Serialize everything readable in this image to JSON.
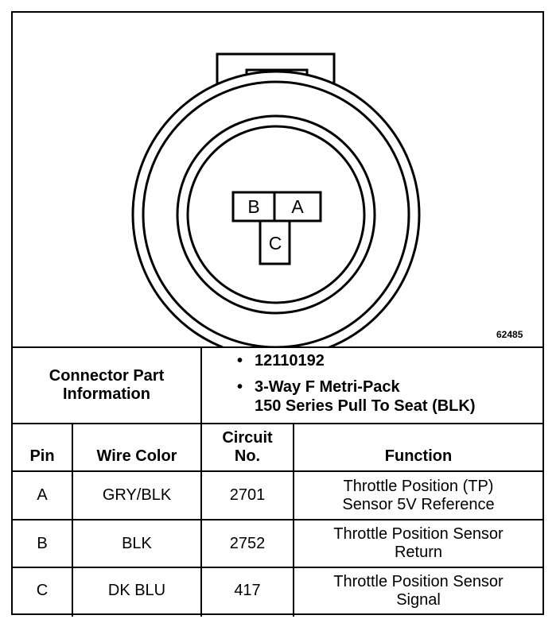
{
  "diagram": {
    "figure_id": "62485",
    "cavity_labels": [
      "B",
      "A",
      "C"
    ]
  },
  "connector_info": {
    "label": "Connector Part Information",
    "bullets": [
      "12110192",
      "3-Way F Metri-Pack 150 Series Pull To Seat (BLK)"
    ],
    "bullet_line_2a": "3-Way F Metri-Pack",
    "bullet_line_2b": "150 Series Pull To Seat (BLK)"
  },
  "table": {
    "headers": {
      "pin": "Pin",
      "wire_color": "Wire Color",
      "circuit_line1": "Circuit",
      "circuit_line2": "No.",
      "function": "Function"
    },
    "rows": [
      {
        "pin": "A",
        "wire_color": "GRY/BLK",
        "circuit": "2701",
        "function_l1": "Throttle Position (TP)",
        "function_l2": "Sensor 5V Reference"
      },
      {
        "pin": "B",
        "wire_color": "BLK",
        "circuit": "2752",
        "function_l1": "Throttle Position Sensor",
        "function_l2": "Return"
      },
      {
        "pin": "C",
        "wire_color": "DK BLU",
        "circuit": "417",
        "function_l1": "Throttle Position Sensor",
        "function_l2": "Signal"
      }
    ]
  }
}
